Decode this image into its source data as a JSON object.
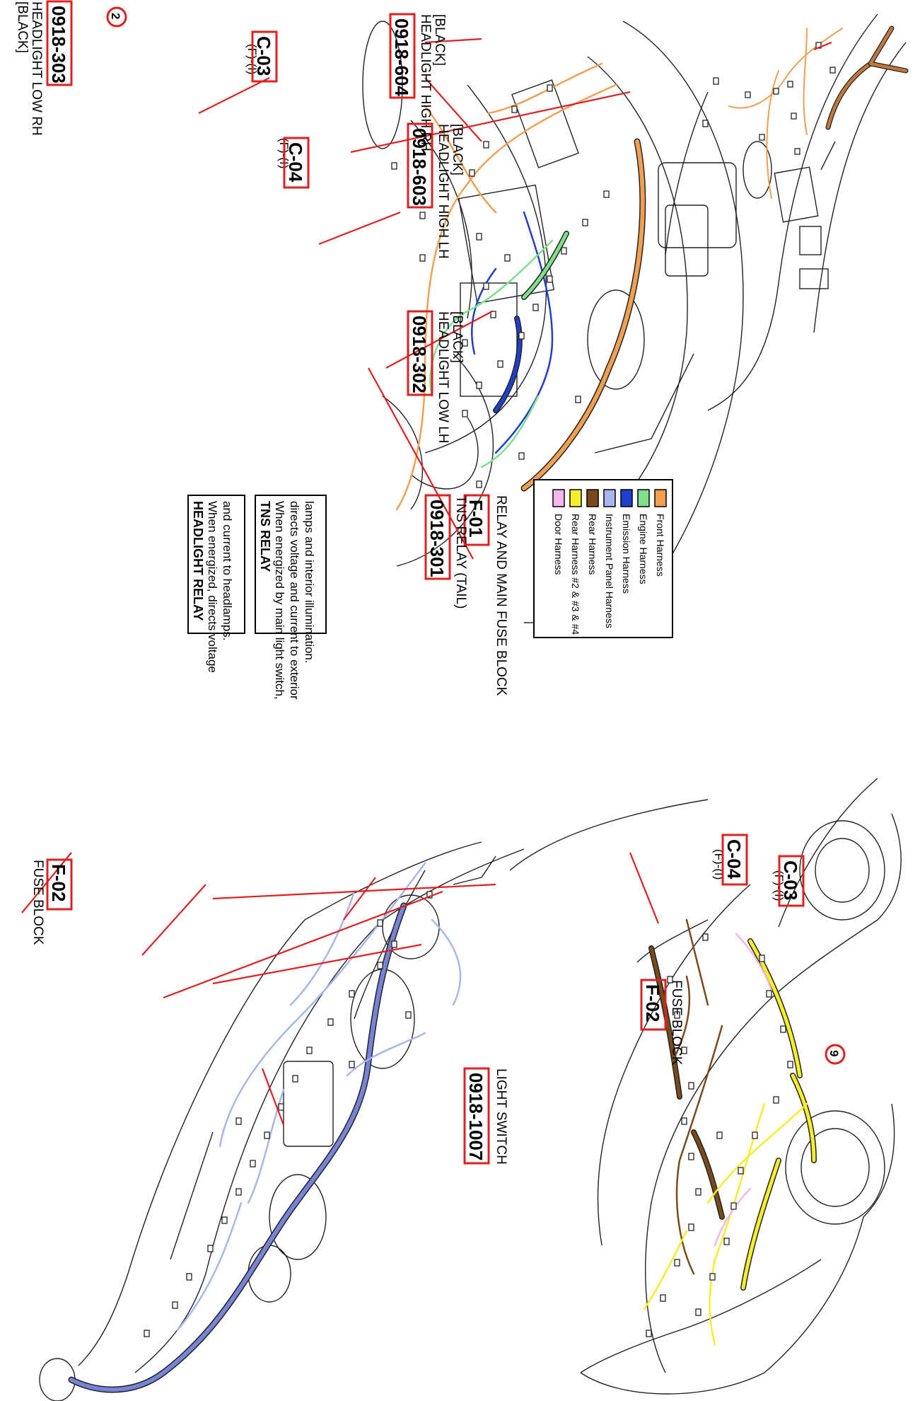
{
  "connectors": {
    "c03_top": {
      "prefix": "(F)-(I)",
      "code": "C-03"
    },
    "c04_top": {
      "prefix": "(F)-(I)",
      "code": "C-04"
    },
    "c03_dash": {
      "prefix": "(F)-(I)",
      "code": "C-03"
    },
    "c04_dash": {
      "prefix": "(F)-(I)",
      "code": "C-04"
    },
    "headlight_low_rh": {
      "code": "0918-303",
      "name": "HEADLIGHT LOW RH",
      "color": "[BLACK]"
    },
    "headlight_high_rh": {
      "code": "0918-604",
      "name": "HEADLIGHT HIGH RH",
      "color": "[BLACK]"
    },
    "headlight_high_lh": {
      "code": "0918-603",
      "name": "HEADLIGHT HIGH LH",
      "color": "[BLACK]"
    },
    "headlight_low_lh": {
      "code": "0918-302",
      "name": "HEADLIGHT LOW LH",
      "color": "[BLACK]"
    },
    "relay_main_fuse": {
      "code": "F-01",
      "name": "RELAY AND MAIN FUSE BLOCK"
    },
    "tns_relay": {
      "code": "0918-301",
      "name": "TNS RELAY (TAIL)"
    },
    "fuse_block_dash": {
      "code": "F-02",
      "name": "FUSE BLOCK"
    },
    "fuse_block_car": {
      "code": "F-02",
      "name": "FUSE BLOCK"
    },
    "light_switch": {
      "code": "0918-1007",
      "name": "LIGHT SWITCH"
    }
  },
  "markers": {
    "marker_2": "2",
    "marker_9": "9"
  },
  "legend": [
    {
      "label": "Front Harness",
      "color": "#f0a050"
    },
    {
      "label": "Engine Harness",
      "color": "#7ee08a"
    },
    {
      "label": "Emission Harness",
      "color": "#1f3fd0"
    },
    {
      "label": "Instrument Panel Harness",
      "color": "#a9b6ee"
    },
    {
      "label": "Rear Harness",
      "color": "#7a4a1a"
    },
    {
      "label": "Rear Harness #2 & #3 & #4",
      "color": "#f5ee2a"
    },
    {
      "label": "Door Harness",
      "color": "#f3b7ee"
    }
  ],
  "notes": {
    "tns": {
      "title": "TNS RELAY",
      "lines": [
        "When energized by main light switch,",
        "directs voltage and current to exterior",
        "lamps and interior illumination."
      ]
    },
    "headlight": {
      "title": "HEADLIGHT RELAY",
      "lines": [
        "When energized, directs voltage",
        "and current to headlamps."
      ]
    }
  }
}
